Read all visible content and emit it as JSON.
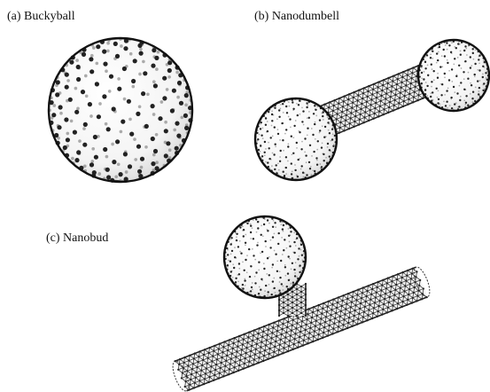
{
  "panels": [
    {
      "id": "a",
      "label": "(a) Buckyball"
    },
    {
      "id": "b",
      "label": "(b) Nanodumbell"
    },
    {
      "id": "c",
      "label": "(c) Nanobud"
    }
  ],
  "colors": {
    "background": "#ffffff",
    "atom": "#222222",
    "bond": "#333333"
  }
}
